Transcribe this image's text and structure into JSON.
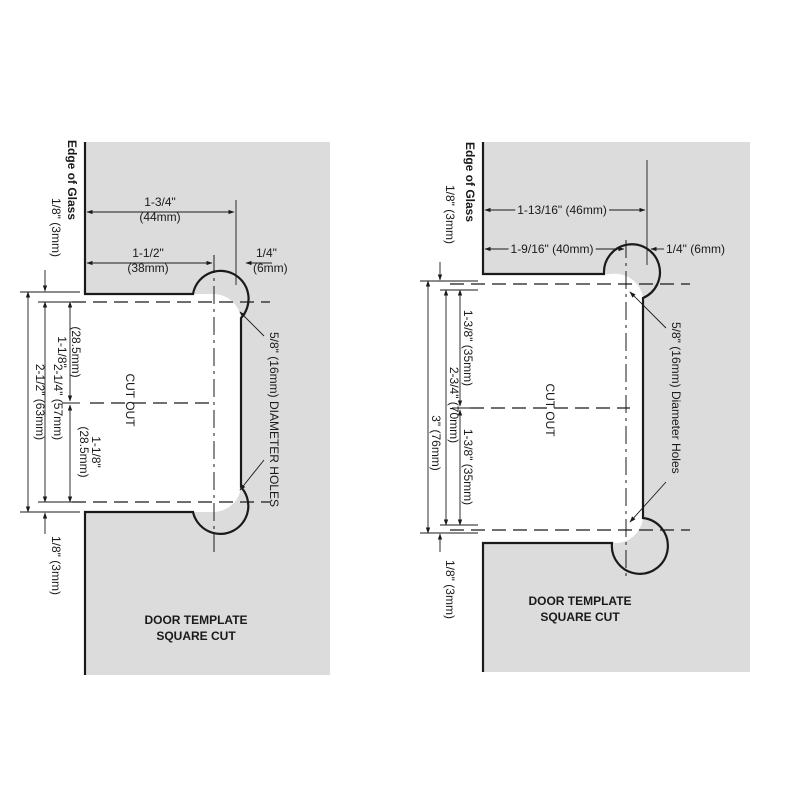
{
  "left": {
    "edge_label": "Edge of Glass",
    "top_dim_a": "1-3/4\"",
    "top_dim_a_mm": "(44mm)",
    "top_dim_b": "1-1/2\"",
    "top_dim_b_mm": "(38mm)",
    "right_dim": "1/4\"",
    "right_dim_mm": "(6mm)",
    "top_gap": "1/8\" (3mm)",
    "bottom_gap": "1/8\" (3mm)",
    "overall": "2-1/2\" (63mm)",
    "center": "2-1/4\" (57mm)",
    "upper_half": "1-1/8\"",
    "upper_half_mm": "(28.5mm)",
    "lower_half": "1-1/8\"",
    "lower_half_mm": "(28.5mm)",
    "cutout": "CUT OUT",
    "holes": "5/8\" (16mm) DIAMETER HOLES",
    "title_line1": "DOOR TEMPLATE",
    "title_line2": "SQUARE CUT"
  },
  "right": {
    "edge_label": "Edge of Glass",
    "top_dim_a": "1-13/16\" (46mm)",
    "top_dim_b": "1-9/16\" (40mm)",
    "right_dim": "1/4\" (6mm)",
    "top_gap": "1/8\" (3mm)",
    "bottom_gap": "1/8\" (3mm)",
    "overall": "3\" (76mm)",
    "center": "2-3/4\" (70mm)",
    "upper_half": "1-3/8\" (35mm)",
    "lower_half": "1-3/8\" (35mm)",
    "cutout": "CUT OUT",
    "holes": "5/8\" (16mm) Diameter Holes",
    "title_line1": "DOOR TEMPLATE",
    "title_line2": "SQUARE CUT"
  }
}
